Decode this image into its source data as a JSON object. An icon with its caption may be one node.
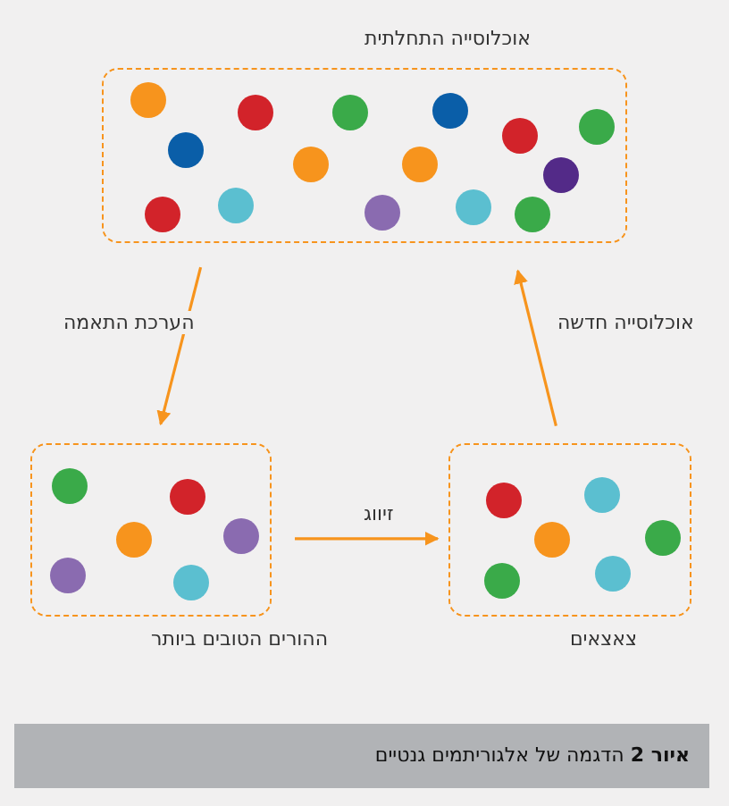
{
  "diagram": {
    "caption": "**איור 2** הדגמה של אלגוריתמים גנטיים",
    "nodes": [
      {
        "text": [
          "אוכלוסייה התחלתית"
        ]
      },
      {
        "text": [
          "ההורים הטובים ביותר"
        ]
      },
      {
        "text": [
          "צאצאים"
        ]
      }
    ],
    "edges": [
      {
        "from": 0,
        "to": 1,
        "arrow": "to",
        "label": "הערכת התאמה"
      },
      {
        "from": 1,
        "to": 2,
        "arrow": "to",
        "label": "זיווג"
      },
      {
        "from": 2,
        "to": 0,
        "arrow": "to",
        "label": "אוכלוסייה חדשה"
      }
    ]
  }
}
